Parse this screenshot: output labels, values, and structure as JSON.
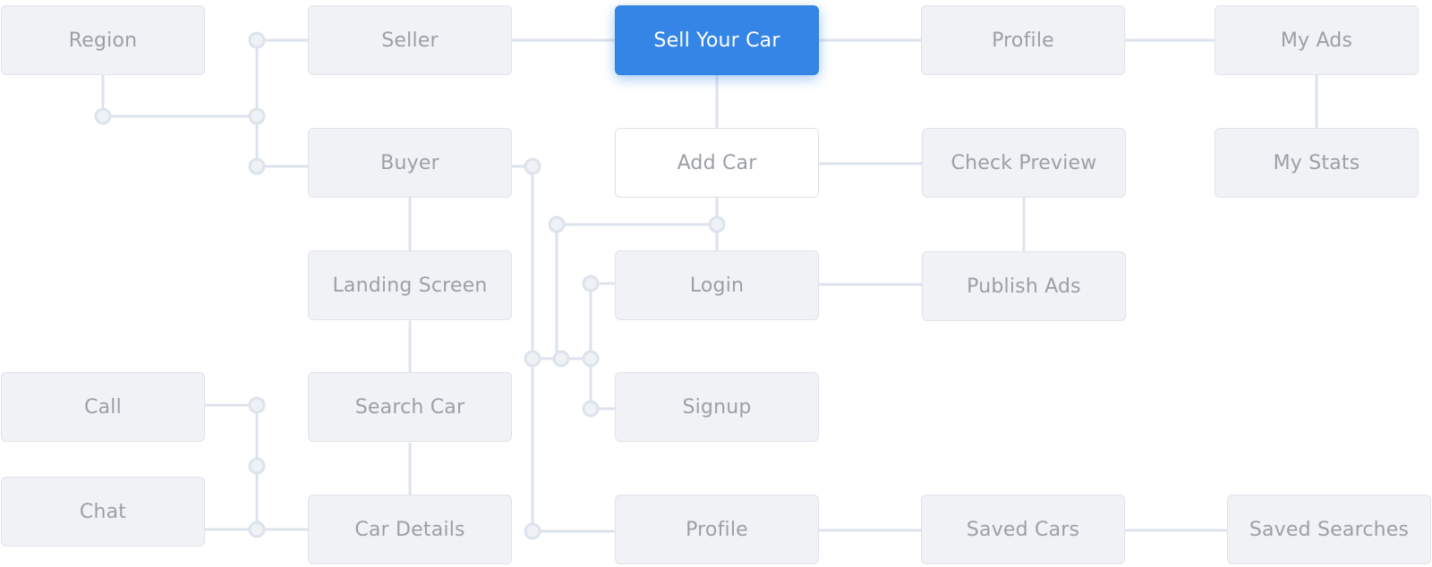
{
  "colors": {
    "node_fill": "#f1f2f6",
    "node_border": "#dfe3ea",
    "node_text": "#9b9fa6",
    "primary_fill": "#3585e6",
    "primary_text": "#ffffff",
    "connector": "#dde3ec"
  },
  "nodes": {
    "region": "Region",
    "seller": "Seller",
    "sell_your_car": "Sell Your Car",
    "profile_top": "Profile",
    "my_ads": "My Ads",
    "buyer": "Buyer",
    "add_car": "Add Car",
    "check_preview": "Check Preview",
    "my_stats": "My Stats",
    "landing_screen": "Landing Screen",
    "login": "Login",
    "publish_ads": "Publish Ads",
    "call": "Call",
    "search_car": "Search Car",
    "signup": "Signup",
    "chat": "Chat",
    "car_details": "Car Details",
    "profile_bottom": "Profile",
    "saved_cars": "Saved Cars",
    "saved_searches": "Saved Searches"
  }
}
